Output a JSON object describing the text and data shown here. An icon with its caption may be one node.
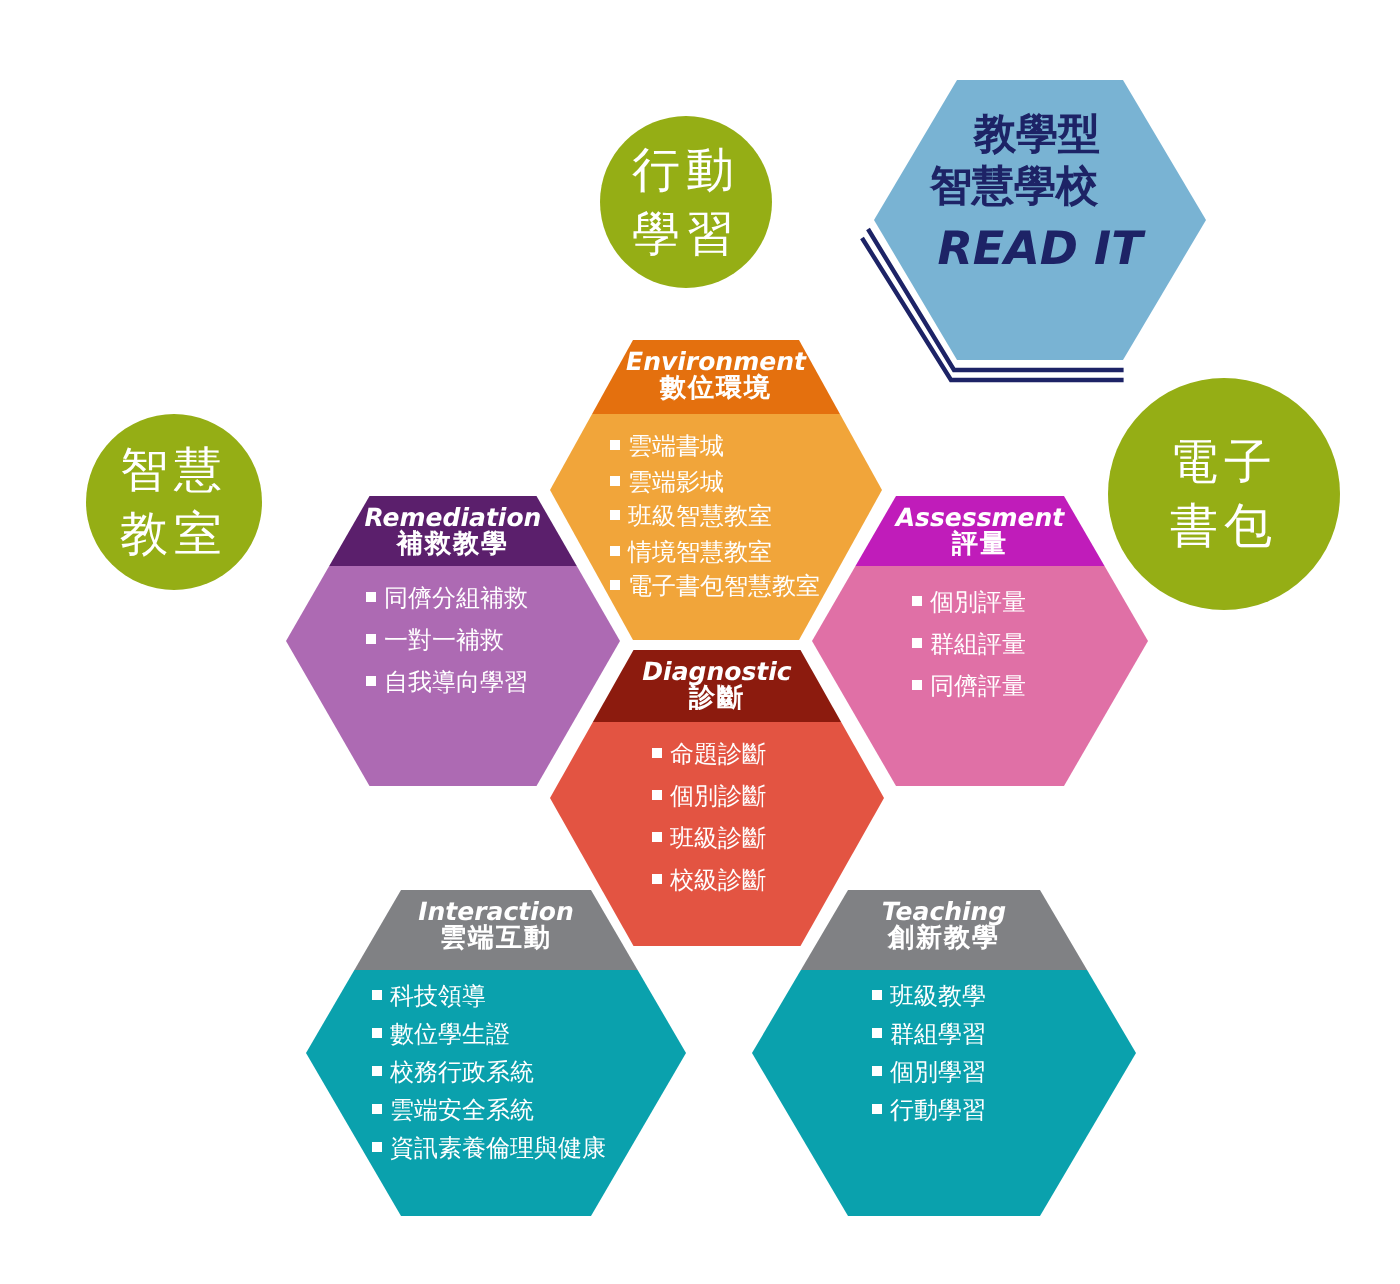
{
  "diagram": {
    "nodes": [
      {
        "text": [
          "行動學習"
        ]
      },
      {
        "text": [
          "教學型智慧學校",
          "READ IT"
        ]
      },
      {
        "text": [
          "Environment",
          "數位環境",
          "雲端書城",
          "雲端影城",
          "班級智慧教室",
          "情境智慧教室",
          "電子書包智慧教室"
        ]
      },
      {
        "text": [
          "智慧教室"
        ]
      },
      {
        "text": [
          "電子書包"
        ]
      },
      {
        "text": [
          "Remediation",
          "補救教學",
          "同儕分組補救",
          "一對一補救",
          "自我導向學習"
        ]
      },
      {
        "text": [
          "Assessment",
          "評量",
          "個別評量",
          "群組評量",
          "同儕評量"
        ]
      },
      {
        "text": [
          "Diagnostic",
          "診斷",
          "命題診斷",
          "個別診斷",
          "班級診斷",
          "校級診斷"
        ]
      },
      {
        "text": [
          "Interaction",
          "雲端互動",
          "科技領導",
          "數位學生證",
          "校務行政系統",
          "雲端安全系統",
          "資訊素養倫理與健康"
        ]
      },
      {
        "text": [
          "Teaching",
          "創新教學",
          "班級教學",
          "群組學習",
          "個別學習",
          "行動學習"
        ]
      }
    ]
  }
}
